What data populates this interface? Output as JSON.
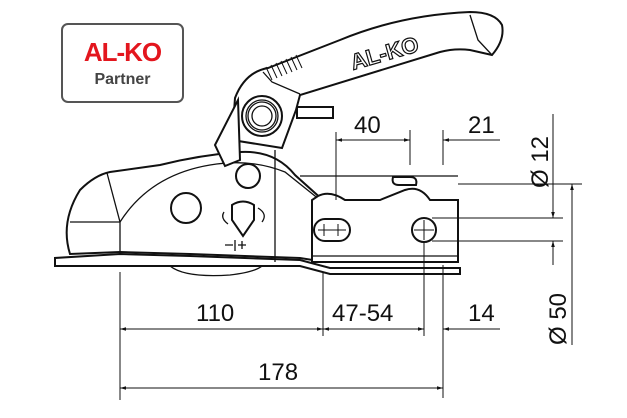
{
  "logo": {
    "brand": "AL-KO",
    "subtitle": "Partner",
    "brand_color": "#e3161e",
    "subtitle_color": "#444444"
  },
  "drawing": {
    "subject": "trailer coupling head (technical drawing, side view)",
    "handle_embossed_text": "AL-KO",
    "dimensions": {
      "top_left": "40",
      "top_right": "21",
      "hole_diameter": "Ø 12",
      "flange_diameter": "Ø 50",
      "front_length": "110",
      "hole_spacing": "47-54",
      "rear_offset": "14",
      "total_length": "178"
    },
    "wear_indicator_symbol": "-|+"
  }
}
